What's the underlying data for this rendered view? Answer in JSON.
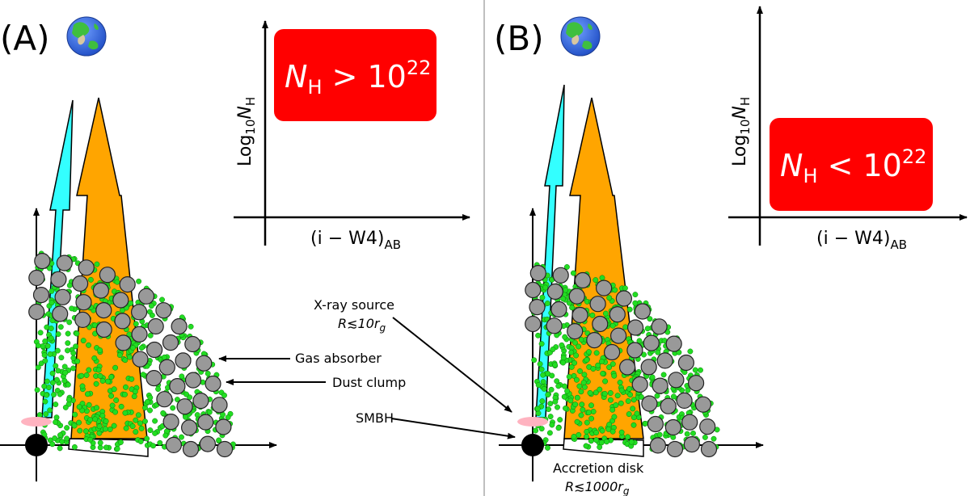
{
  "panels": [
    {
      "letter": "(A)",
      "nh_label": {
        "main": "N",
        "sub": "H",
        "op": " > 10",
        "sup": "22"
      },
      "x_axis": {
        "open": "(i − W4)",
        "sub": "AB"
      },
      "y_axis": {
        "pre": "Log",
        "sub": "10",
        "main": "N",
        "sub2": "H"
      }
    },
    {
      "letter": "(B)",
      "nh_label": {
        "main": "N",
        "sub": "H",
        "op": " < 10",
        "sup": "22"
      },
      "x_axis": {
        "open": "(i − W4)",
        "sub": "AB"
      },
      "y_axis": {
        "pre": "Log",
        "sub": "10",
        "main": "N",
        "sub2": "H"
      }
    }
  ],
  "annotations": {
    "xray_line1": "X-ray source",
    "xray_line2_pre": "R≲10r",
    "xray_line2_sub": "g",
    "gas": "Gas absorber",
    "dust": "Dust clump",
    "smbh": "SMBH",
    "disk_line1": "Accretion disk",
    "disk_line2_pre": "R≲1000r",
    "disk_line2_sub": "g"
  },
  "colors": {
    "nh_box": "#ff0000",
    "xray_beam": "#33ffff",
    "optical_beam": "#ffa500",
    "gas": "#22dd22",
    "dust": "#999999",
    "disk": "#ffb3c0",
    "divider": "#aaaaaa"
  },
  "icons": {
    "earth": "earth-globe-icon"
  }
}
